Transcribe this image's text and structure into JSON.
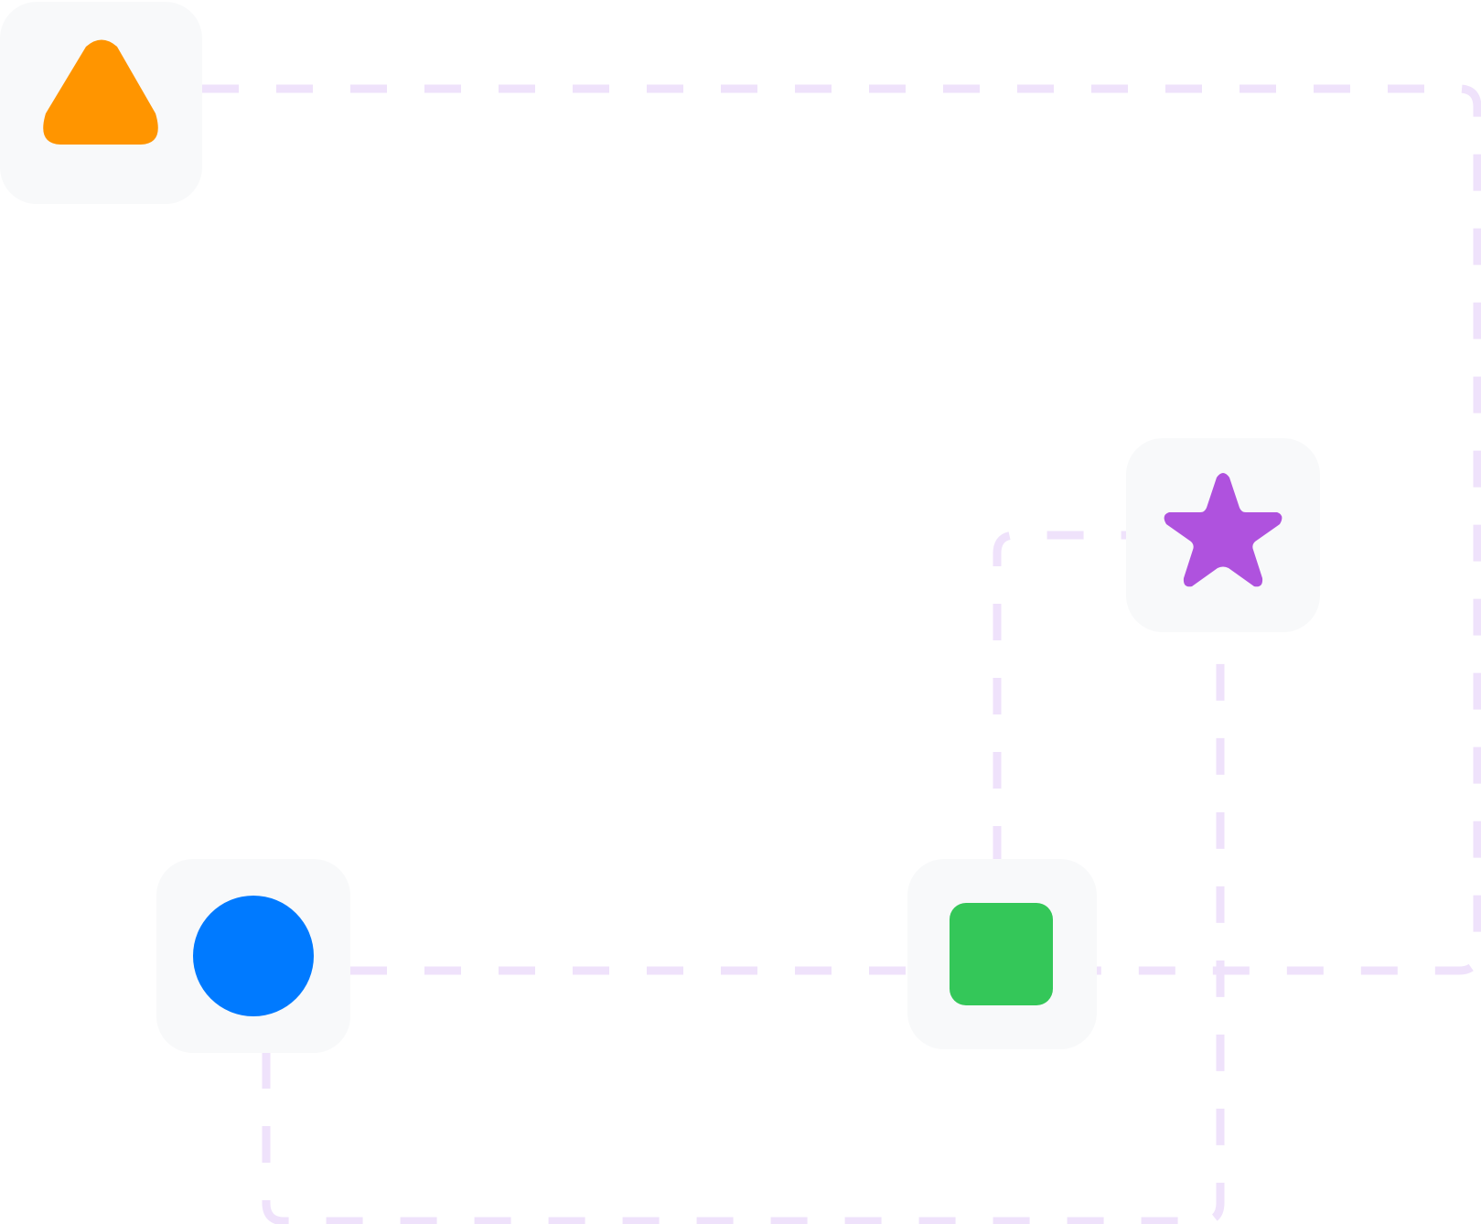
{
  "diagram": {
    "nodes": [
      {
        "id": "triangle",
        "shape": "triangle",
        "icon": "triangle-icon",
        "color": "#ff9500"
      },
      {
        "id": "star",
        "shape": "star",
        "icon": "star-icon",
        "color": "#af52de"
      },
      {
        "id": "circle",
        "shape": "circle",
        "icon": "circle-icon",
        "color": "#007aff"
      },
      {
        "id": "square",
        "shape": "square",
        "icon": "square-icon",
        "color": "#34c759"
      }
    ],
    "connectors": [
      {
        "from": "triangle",
        "to": "square",
        "style": "dashed",
        "color": "#efe2fb"
      },
      {
        "from": "circle",
        "to": "star",
        "style": "dashed",
        "color": "#efe2fb"
      },
      {
        "from": "square",
        "to": "star",
        "style": "dashed",
        "color": "#efe2fb"
      }
    ],
    "node_background": "#f8f9fa"
  }
}
